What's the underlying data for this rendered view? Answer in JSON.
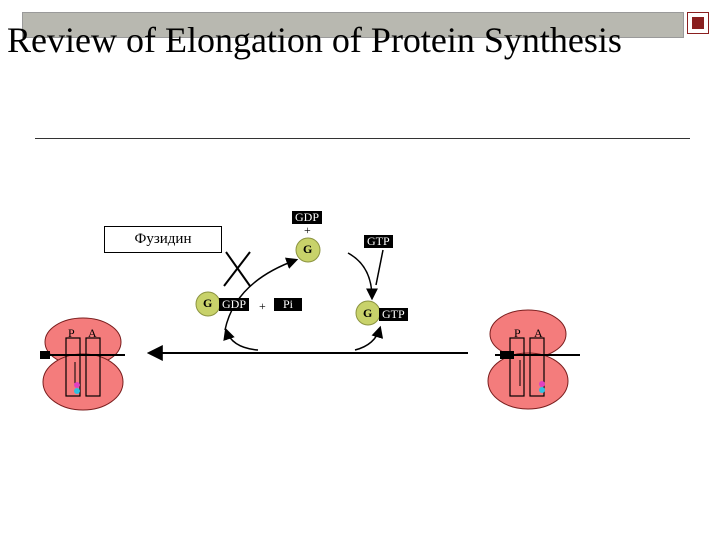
{
  "slide": {
    "title": "Review of Elongation of Protein Synthesis"
  },
  "diagram": {
    "inhibitor_label": "Фузидин",
    "gdp_top": "GDP",
    "plus_top": "+",
    "g_top": "G",
    "gtp_right": "GTP",
    "g_left": "G",
    "gdp_left": "GDP",
    "plus_mid": "+",
    "pi": "Pi",
    "g_right": "G",
    "gtp_right_complex": "GTP",
    "ribosome_left": {
      "p_site": "P",
      "a_site": "A"
    },
    "ribosome_right": {
      "p_site": "P",
      "a_site": "A"
    }
  },
  "colors": {
    "ribosome_fill": "#f47c7c",
    "ribosome_stroke": "#7a1e1e",
    "ef_g_fill": "#c8d26a",
    "accent_dark": "#8a1f1f"
  }
}
